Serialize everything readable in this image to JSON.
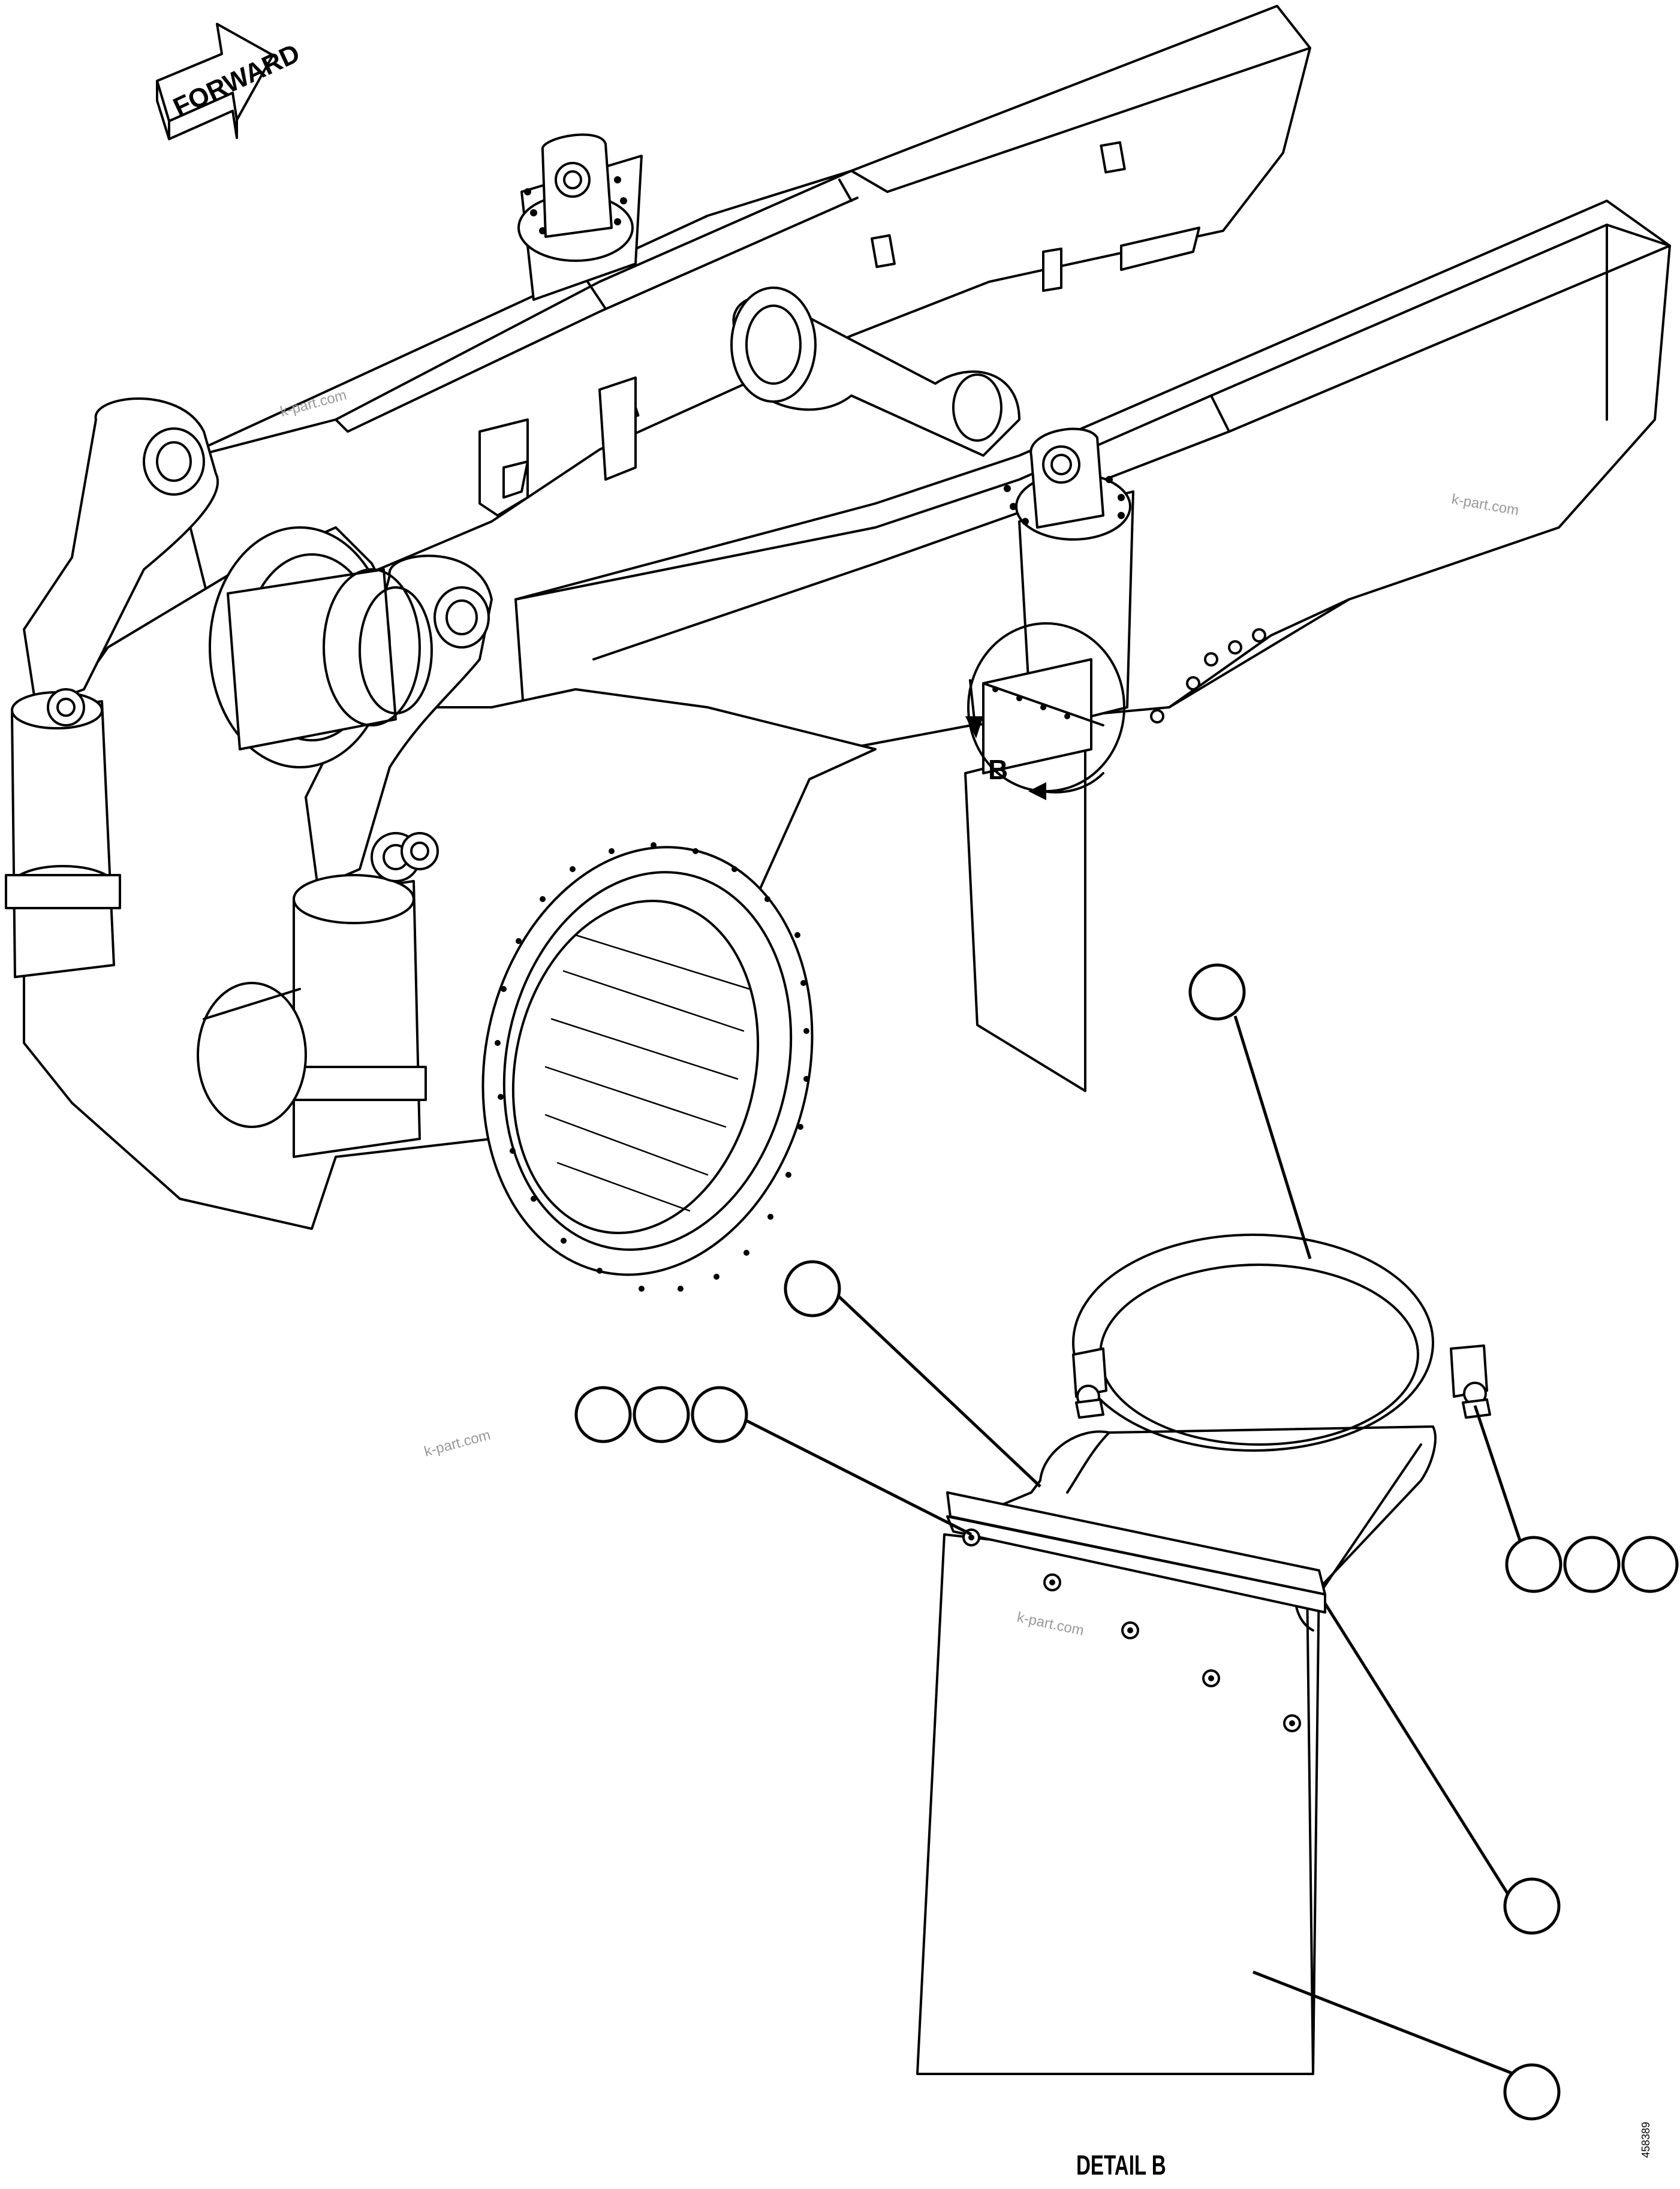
{
  "drawing": {
    "direction_arrow_label": "FORWARD",
    "detail_reference_label": "B",
    "detail_title": "DETAIL B",
    "drawing_number": "458389",
    "watermark_text": "k-part.com",
    "balloons_count": 10,
    "line_color": "#000000",
    "background_color": "#ffffff"
  }
}
